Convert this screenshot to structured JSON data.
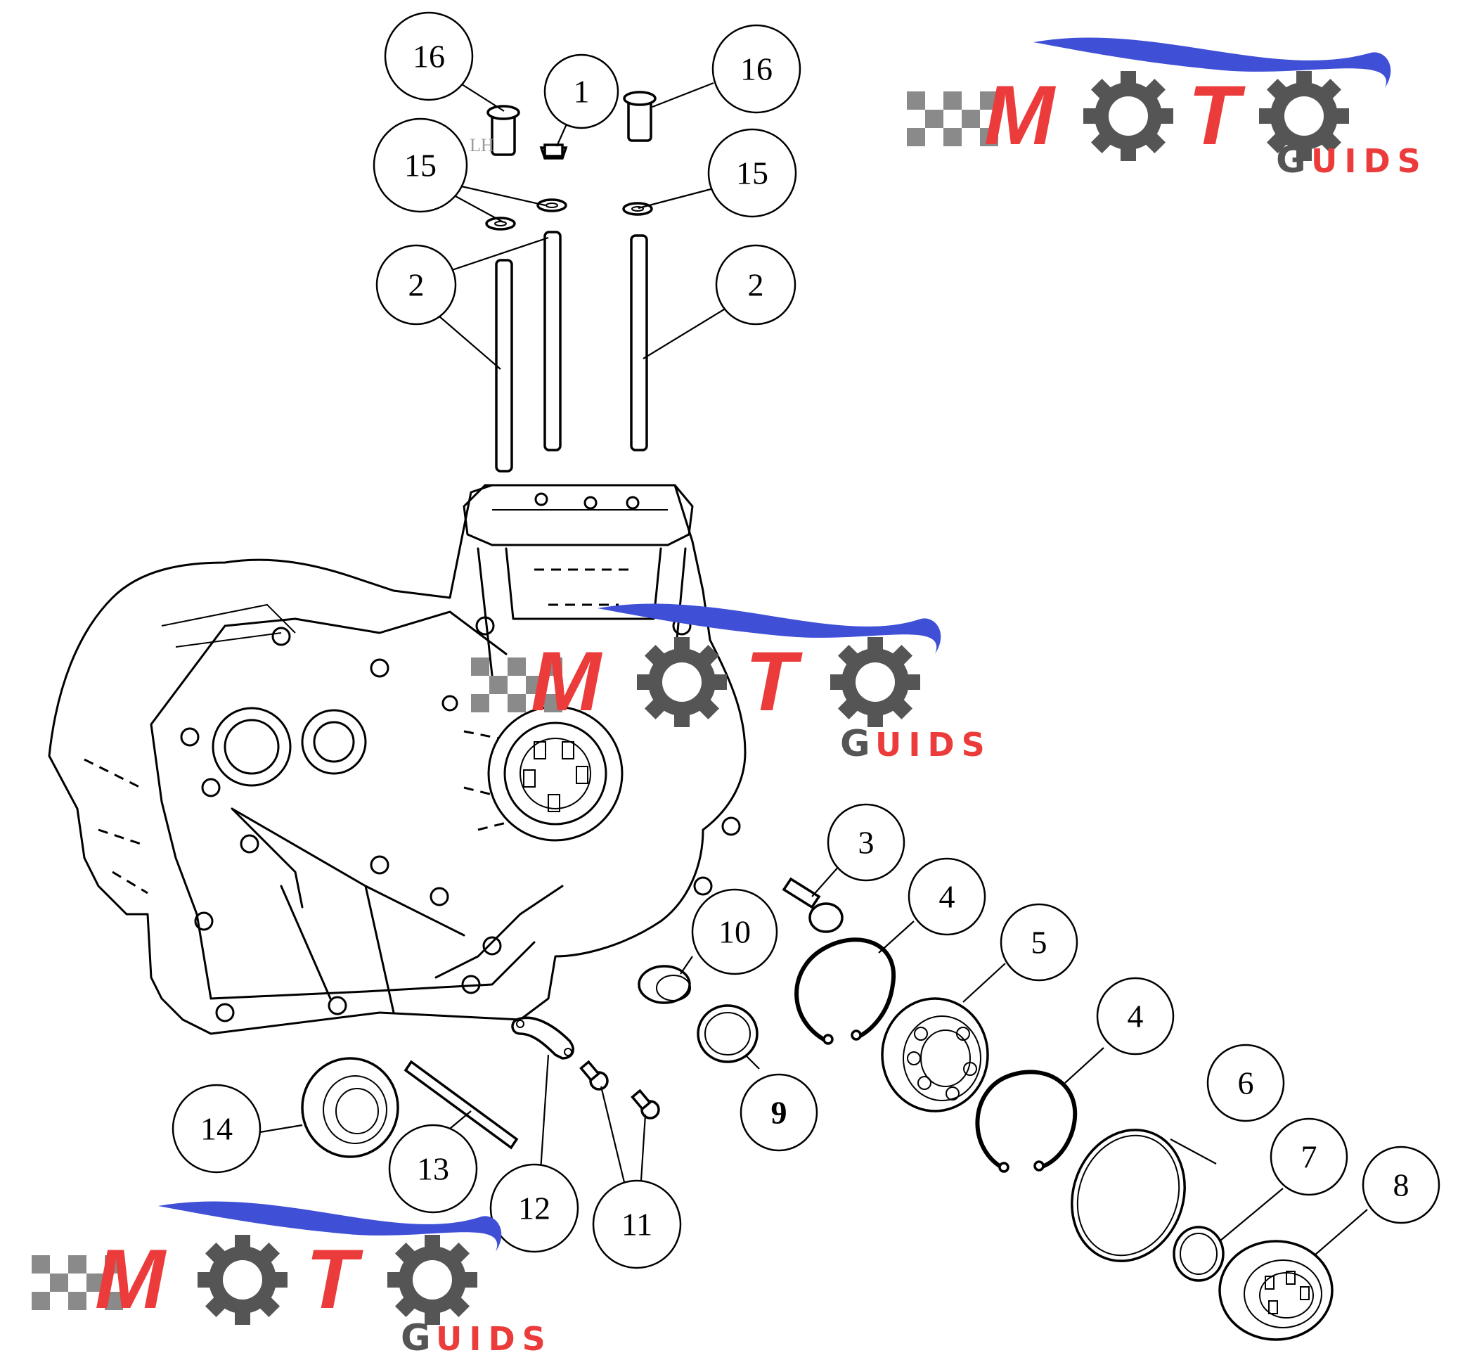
{
  "diagram": {
    "callouts": [
      {
        "id": "c16a",
        "label": "16"
      },
      {
        "id": "c1",
        "label": "1"
      },
      {
        "id": "c16b",
        "label": "16"
      },
      {
        "id": "c15a",
        "label": "15"
      },
      {
        "id": "c15b",
        "label": "15"
      },
      {
        "id": "c2a",
        "label": "2"
      },
      {
        "id": "c2b",
        "label": "2"
      },
      {
        "id": "c3",
        "label": "3"
      },
      {
        "id": "c4a",
        "label": "4"
      },
      {
        "id": "c5",
        "label": "5"
      },
      {
        "id": "c10",
        "label": "10"
      },
      {
        "id": "c4b",
        "label": "4"
      },
      {
        "id": "c6",
        "label": "6"
      },
      {
        "id": "c9",
        "label": "9"
      },
      {
        "id": "c7",
        "label": "7"
      },
      {
        "id": "c8",
        "label": "8"
      },
      {
        "id": "c14",
        "label": "14"
      },
      {
        "id": "c13",
        "label": "13"
      },
      {
        "id": "c12",
        "label": "12"
      },
      {
        "id": "c11",
        "label": "11"
      }
    ],
    "side_marker": "LH"
  },
  "watermark": {
    "brand_left": "M",
    "brand_mid": "T",
    "sub_first": "G",
    "sub_rest": "UIDS",
    "colors": {
      "red": "#ec3b3b",
      "blue": "#3f4fd6",
      "gray": "#555555",
      "checker": "#8a8a8a"
    }
  }
}
